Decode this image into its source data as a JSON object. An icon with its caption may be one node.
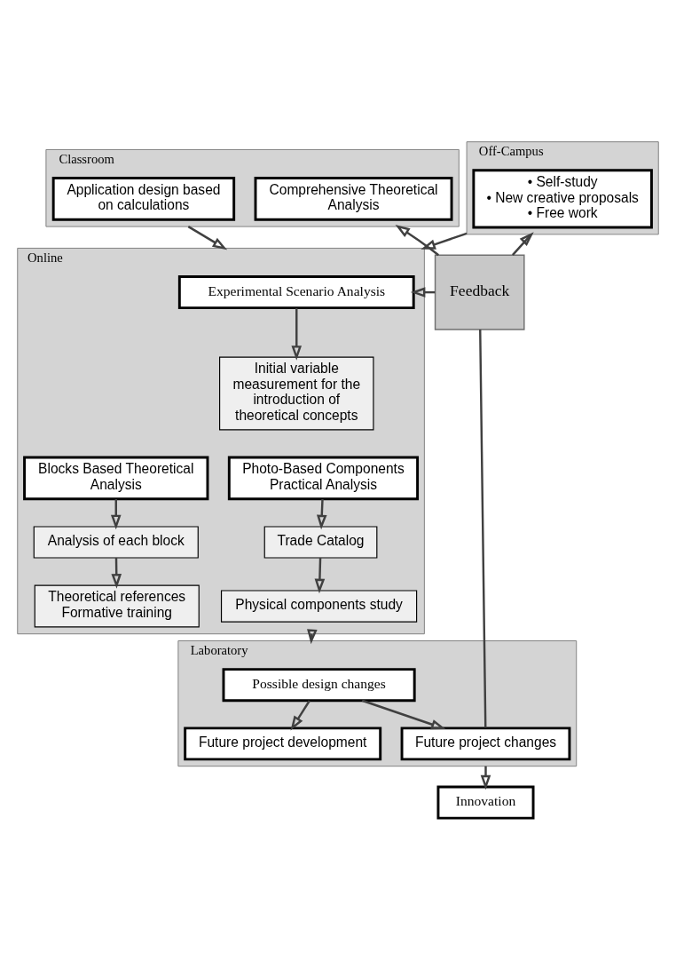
{
  "diagram": {
    "nodes": [
      {
        "text": [
          "Classroom"
        ]
      },
      {
        "text": [
          "Comprehensive Theoretical Analysis"
        ],
        "in": 0
      },
      {
        "text": [
          "Application design based on calculations"
        ],
        "in": 0
      },
      {
        "text": [
          "Off-Campus"
        ]
      },
      {
        "text": [
          "• Self-study",
          "• New creative proposals",
          "• Free work"
        ],
        "in": 3
      },
      {
        "text": [
          "Online"
        ]
      },
      {
        "text": [
          "Experimental Scenario Analysis"
        ],
        "in": 5
      },
      {
        "text": [
          "Initial variable measurement for the introduction of theoretical concepts"
        ],
        "in": 5
      },
      {
        "text": [
          "Blocks Based Theoretical Analysis"
        ],
        "in": 5
      },
      {
        "text": [
          "Photo-Based Components Practical Analysis"
        ],
        "in": 5
      },
      {
        "text": [
          "Analysis of each block"
        ],
        "in": 5
      },
      {
        "text": [
          "Trade Catalog"
        ],
        "in": 5
      },
      {
        "text": [
          "Theoretical references Formative training"
        ],
        "in": 5
      },
      {
        "text": [
          "Physical components study"
        ],
        "in": 5
      },
      {
        "text": [
          "Laboratory"
        ]
      },
      {
        "text": [
          "Possible design changes"
        ],
        "in": 14
      },
      {
        "text": [
          "Future project development"
        ],
        "in": 14
      },
      {
        "text": [
          "Future project changes"
        ],
        "in": 14
      },
      {
        "text": [
          "Innovation"
        ]
      },
      {
        "text": [
          "Feedback"
        ]
      }
    ],
    "edges": [
      {
        "from": 19,
        "to": 0,
        "arrow": "to"
      },
      {
        "from": 19,
        "to": 3,
        "arrow": "to"
      },
      {
        "from": 0,
        "to": 5,
        "arrow": "to"
      },
      {
        "from": 3,
        "to": 5,
        "arrow": "to"
      },
      {
        "from": 19,
        "to": 6,
        "arrow": "to"
      },
      {
        "from": 6,
        "to": 7,
        "arrow": "to"
      },
      {
        "from": 8,
        "to": 10,
        "arrow": "to"
      },
      {
        "from": 10,
        "to": 12,
        "arrow": "to"
      },
      {
        "from": 9,
        "to": 11,
        "arrow": "to"
      },
      {
        "from": 11,
        "to": 13,
        "arrow": "to"
      },
      {
        "from": 5,
        "to": 14,
        "arrow": "to"
      },
      {
        "from": 15,
        "to": 16,
        "arrow": "to"
      },
      {
        "from": 15,
        "to": 17,
        "arrow": "to"
      },
      {
        "from": 17,
        "to": 19,
        "arrow": "none"
      },
      {
        "from": 14,
        "to": 18,
        "arrow": "to"
      }
    ]
  }
}
